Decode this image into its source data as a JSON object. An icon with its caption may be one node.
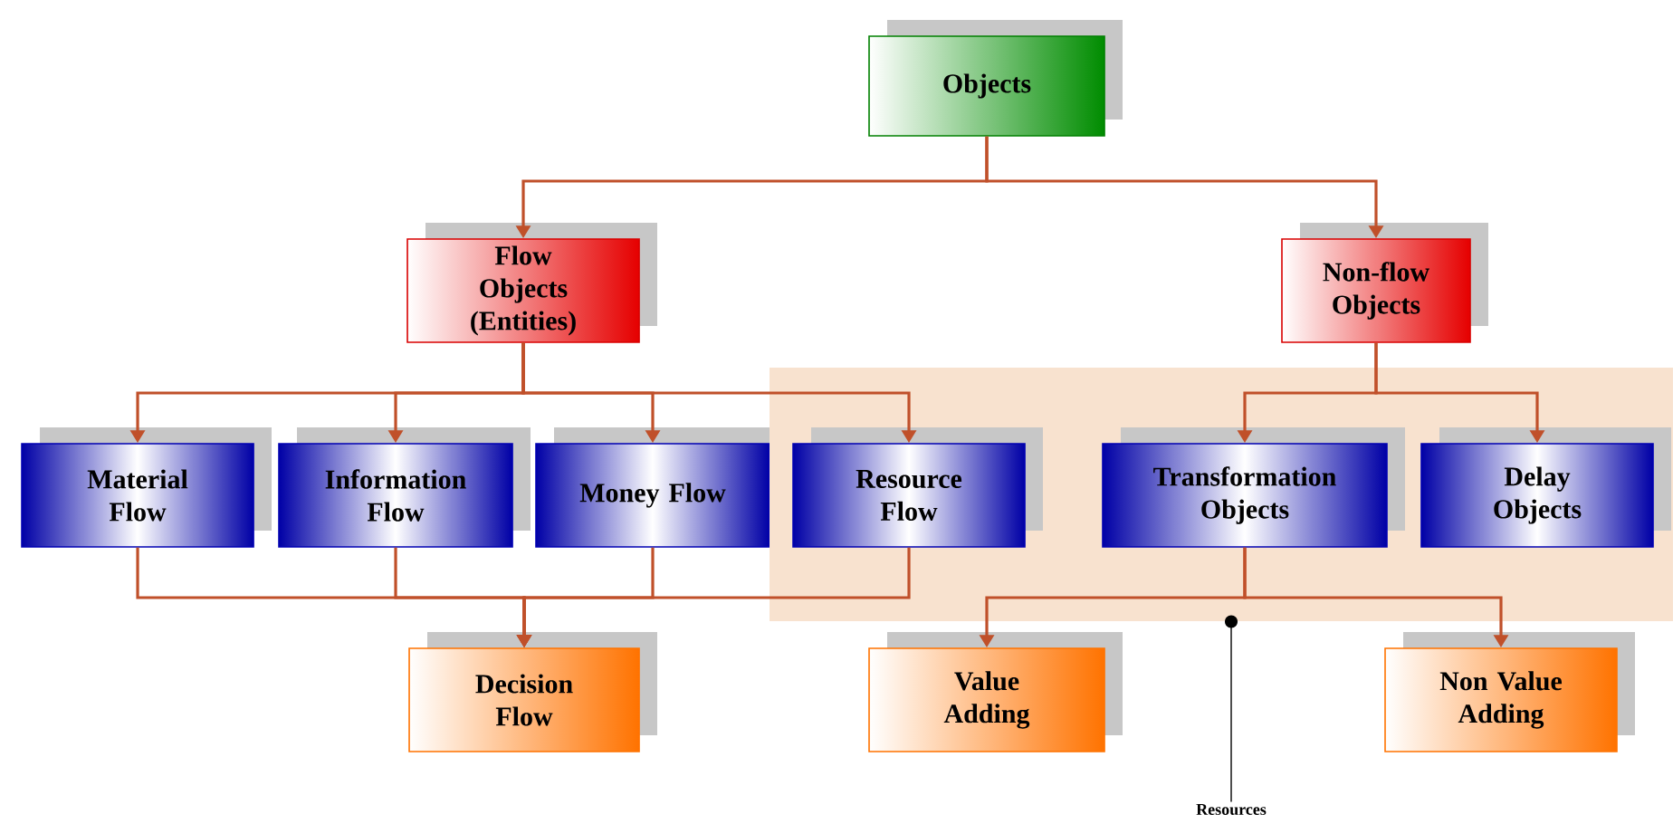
{
  "diagram": {
    "nodes": [
      {
        "text": [
          "Objects"
        ]
      },
      {
        "text": [
          "Flow Objects (Entities)"
        ]
      },
      {
        "text": [
          "Non-flow Objects"
        ]
      },
      {
        "text": [
          "Material Flow"
        ]
      },
      {
        "text": [
          "Information Flow"
        ]
      },
      {
        "text": [
          "Money Flow"
        ]
      },
      {
        "text": [],
        "shape": "box"
      },
      {
        "text": [
          "Resource Flow"
        ],
        "in": 6
      },
      {
        "text": [
          "Transformation Objects"
        ],
        "in": 6
      },
      {
        "text": [
          "Delay Objects"
        ],
        "in": 6
      },
      {
        "text": [
          "Decision Flow"
        ]
      },
      {
        "text": [
          "Value Adding"
        ]
      },
      {
        "text": [
          "Non Value Adding"
        ]
      },
      {
        "text": [
          "Resources"
        ]
      }
    ],
    "edges": [
      {
        "from": 0,
        "to": 1,
        "arrow": "to"
      },
      {
        "from": 0,
        "to": 2,
        "arrow": "to"
      },
      {
        "from": 1,
        "to": 3,
        "arrow": "to"
      },
      {
        "from": 1,
        "to": 4,
        "arrow": "to"
      },
      {
        "from": 1,
        "to": 5,
        "arrow": "to"
      },
      {
        "from": 1,
        "to": 7,
        "arrow": "to"
      },
      {
        "from": 2,
        "to": 8,
        "arrow": "to"
      },
      {
        "from": 2,
        "to": 9,
        "arrow": "to"
      },
      {
        "from": 3,
        "to": 10,
        "arrow": "to"
      },
      {
        "from": 4,
        "to": 10,
        "arrow": "to"
      },
      {
        "from": 5,
        "to": 10,
        "arrow": "to"
      },
      {
        "from": 7,
        "to": 10,
        "arrow": "to"
      },
      {
        "from": 8,
        "to": 11,
        "arrow": "to"
      },
      {
        "from": 8,
        "to": 12,
        "arrow": "to"
      },
      {
        "from": 13,
        "to": 6,
        "arrow": "other",
        "color": "#000000"
      }
    ]
  }
}
